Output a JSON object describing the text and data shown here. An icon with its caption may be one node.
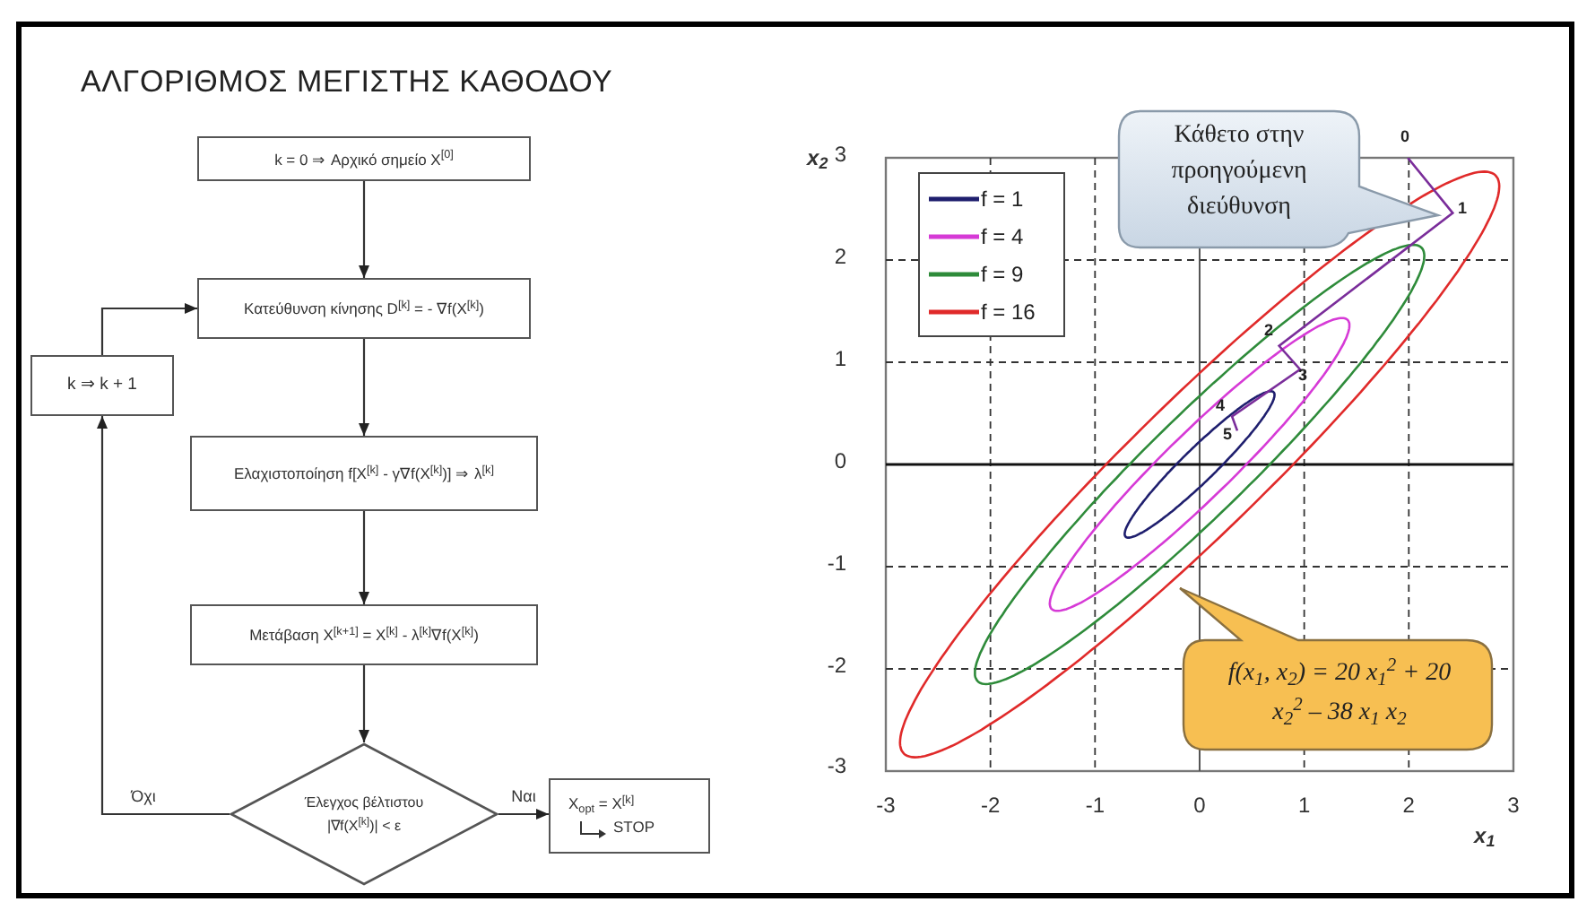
{
  "diagram": {
    "title": "ΑΛΓΟΡΙΘΜΟΣ ΜΕΓΙΣΤΗΣ ΚΑΘΟΔΟΥ",
    "nodes": [
      {
        "text": [
          "k = 0 ⇒ Αρχικό σημείο X$^{[0]}$"
        ]
      },
      {
        "text": [
          "Κατεύθυνση κίνησης D$^{[k]}$ = - ∇f(X$^{[k]}$)"
        ]
      },
      {
        "text": [
          "k ⇒ k + 1"
        ]
      },
      {
        "text": [
          "Ελαχιστοποίηση f[X$^{[k]}$ - γ∇f(X$^{[k]}$)] ⇒ λ$^{[k]}$"
        ]
      },
      {
        "text": [
          "Μετάβαση X$^{[k+1]}$ = X$^{[k]}$ - λ$^{[k]}$∇f(X$^{[k]}$)"
        ]
      },
      {
        "text": [
          "Έλεγχος βέλτιστου",
          "|∇f(X$^{[k]}$)| < ε"
        ]
      },
      {
        "text": [
          "X$_{opt}$ = X$^{[k]}$",
          "STOP"
        ]
      },
      {
        "text": [
          "Κάθετο στην προηγούμενη διεύθυνση"
        ]
      },
      {
        "text": [
          "f(x$_{1}$, x$_{2}$) = 20 x$_{1}$$^{2}$ + 20 x$_{2}$$^{2}$ – 38 x$_{1}$ x$_{2}$"
        ]
      }
    ],
    "edges": [
      {
        "from": 0,
        "to": 1,
        "arrow": "to"
      },
      {
        "from": 1,
        "to": 3,
        "arrow": "to"
      },
      {
        "from": 3,
        "to": 4,
        "arrow": "to"
      },
      {
        "from": 4,
        "to": 5,
        "arrow": "to"
      },
      {
        "from": 5,
        "to": 6,
        "arrow": "to",
        "label": "Ναι"
      },
      {
        "from": 5,
        "to": 2,
        "arrow": "to",
        "label": "Όχι"
      },
      {
        "from": 2,
        "to": 1,
        "arrow": "to"
      }
    ],
    "labels": [
      "x$_{2}$",
      "3",
      "2",
      "1",
      "0",
      "-1",
      "-2",
      "-3",
      "-3",
      "-2",
      "-1",
      "0",
      "1",
      "2",
      "3",
      "x$_{1}$",
      "0",
      "1",
      "2",
      "3",
      "4",
      "5"
    ],
    "legend": [
      {
        "text": "f = 1"
      },
      {
        "text": "f = 4"
      },
      {
        "text": "f = 9"
      },
      {
        "text": "f = 16"
      }
    ]
  }
}
